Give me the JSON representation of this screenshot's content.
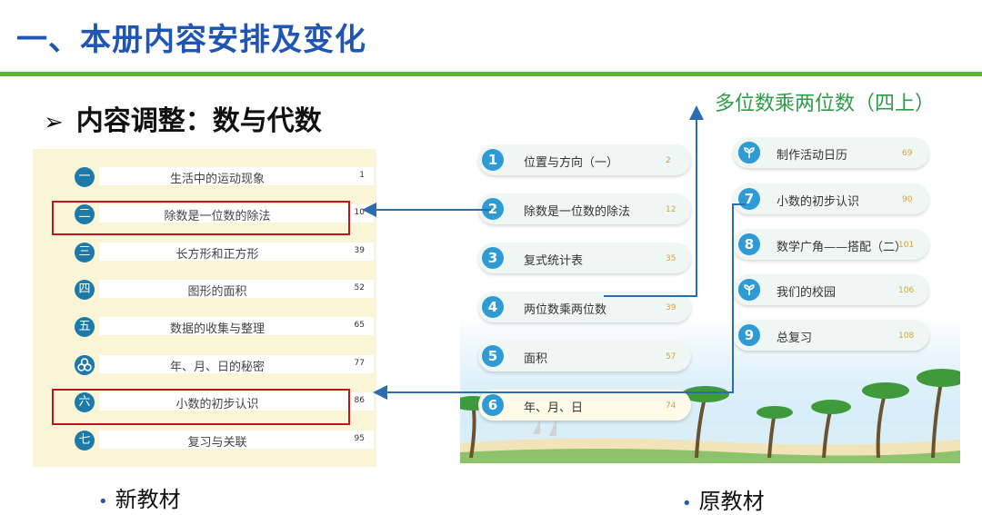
{
  "header": {
    "title": "一、本册内容安排及变化",
    "subtitle": "内容调整：数与代数"
  },
  "new_textbook": {
    "caption": "新教材",
    "chapters": [
      {
        "num": "一",
        "label": "生活中的运动现象",
        "page": "1"
      },
      {
        "num": "二",
        "label": "除数是一位数的除法",
        "page": "10"
      },
      {
        "num": "三",
        "label": "长方形和正方形",
        "page": "39"
      },
      {
        "num": "四",
        "label": "图形的面积",
        "page": "52"
      },
      {
        "num": "五",
        "label": "数据的收集与整理",
        "page": "65"
      },
      {
        "num": "",
        "label": "年、月、日的秘密",
        "page": "77"
      },
      {
        "num": "六",
        "label": "小数的初步认识",
        "page": "86"
      },
      {
        "num": "七",
        "label": "复习与关联",
        "page": "95"
      }
    ]
  },
  "old_textbook": {
    "caption": "原教材",
    "moved_note": "多位数乘两位数（四上）",
    "left_column": [
      {
        "num": "1",
        "label": "位置与方向（一）",
        "page": "2"
      },
      {
        "num": "2",
        "label": "除数是一位数的除法",
        "page": "12"
      },
      {
        "num": "3",
        "label": "复式统计表",
        "page": "35"
      },
      {
        "num": "4",
        "label": "两位数乘两位数",
        "page": "39"
      },
      {
        "num": "5",
        "label": "面积",
        "page": "57"
      },
      {
        "num": "6",
        "label": "年、月、日",
        "page": "74"
      }
    ],
    "right_column": [
      {
        "num": "",
        "label": "制作活动日历",
        "page": "69"
      },
      {
        "num": "7",
        "label": "小数的初步认识",
        "page": "90"
      },
      {
        "num": "8",
        "label": "数学广角——搭配（二）",
        "page": "101"
      },
      {
        "num": "",
        "label": "我们的校园",
        "page": "106"
      },
      {
        "num": "9",
        "label": "总复习",
        "page": "108"
      }
    ]
  },
  "colors": {
    "title": "#1f56b3",
    "rule": "#5cb531",
    "highlight_box": "#c0161b",
    "arrow": "#2a6db3",
    "note": "#2e9b48"
  }
}
